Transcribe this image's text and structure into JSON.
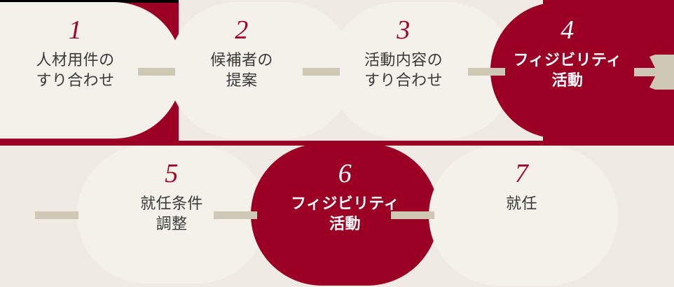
{
  "diagram": {
    "title": "recruitment-process-flow",
    "colors": {
      "accent_red": "#9B0024",
      "number_red": "#A3062B",
      "cream": "#F4F1EA",
      "cream_alt": "#EFEBE4",
      "connector_tan": "#CFC8B5",
      "text_dark": "#3A3A38",
      "text_light": "#FFFFFF"
    },
    "rows": [
      {
        "name": "row-top",
        "steps": [
          1,
          2,
          3,
          4
        ]
      },
      {
        "name": "row-bottom",
        "steps": [
          5,
          6,
          7
        ]
      }
    ],
    "steps": [
      {
        "number": "1",
        "label": "人材用件の\nすり合わせ",
        "highlighted": false,
        "icon": "step-pill"
      },
      {
        "number": "2",
        "label": "候補者の\n提案",
        "highlighted": false,
        "icon": "step-pill"
      },
      {
        "number": "3",
        "label": "活動内容の\nすり合わせ",
        "highlighted": false,
        "icon": "step-pill"
      },
      {
        "number": "4",
        "label": "フィジビリティ\n活動",
        "highlighted": true,
        "icon": "step-pill-active"
      },
      {
        "number": "5",
        "label": "就任条件\n調整",
        "highlighted": false,
        "icon": "step-pill"
      },
      {
        "number": "6",
        "label": "フィジビリティ\n活動",
        "highlighted": true,
        "icon": "step-pill-active"
      },
      {
        "number": "7",
        "label": "就任",
        "highlighted": false,
        "icon": "step-pill"
      }
    ],
    "connectors": [
      {
        "name": "connector-1-2",
        "from": "1",
        "to": "2"
      },
      {
        "name": "connector-2-3",
        "from": "2",
        "to": "3"
      },
      {
        "name": "connector-3-4",
        "from": "3",
        "to": "4"
      },
      {
        "name": "connector-4-5",
        "from": "4",
        "to": "5"
      },
      {
        "name": "connector-5-6",
        "from": "5",
        "to": "6"
      },
      {
        "name": "connector-6-7",
        "from": "6",
        "to": "7"
      }
    ],
    "arrow": {
      "name": "flow-arrow-right",
      "direction": "right"
    }
  }
}
